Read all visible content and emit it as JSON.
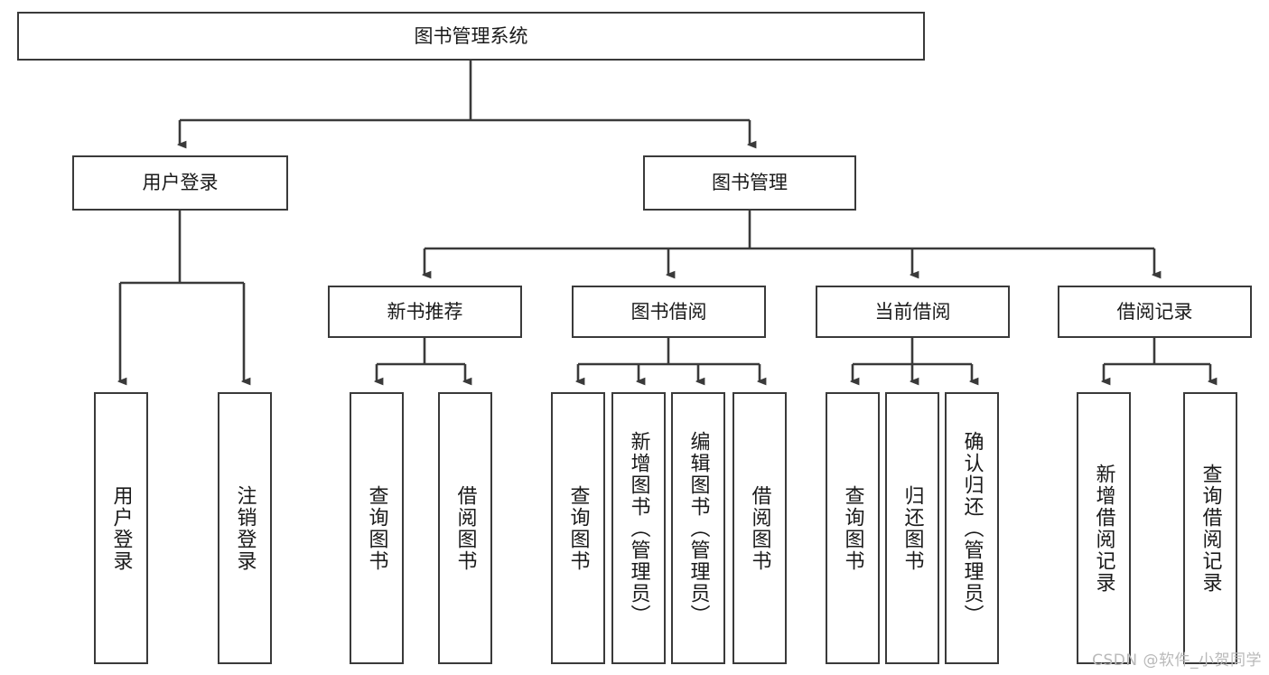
{
  "diagram": {
    "title": "图书管理系统",
    "type": "tree-hierarchy",
    "orientation": "top-down",
    "colors": {
      "box_border": "#3a3a3a",
      "box_fill": "#ffffff",
      "edge": "#3a3a3a",
      "text": "#1a1a1a",
      "watermark": "#b9b9b9",
      "background": "#ffffff"
    },
    "root": {
      "label": "图书管理系统"
    },
    "level2": [
      {
        "label": "用户登录"
      },
      {
        "label": "图书管理"
      }
    ],
    "level3": [
      {
        "label": "新书推荐"
      },
      {
        "label": "图书借阅"
      },
      {
        "label": "当前借阅"
      },
      {
        "label": "借阅记录"
      }
    ],
    "leaves": {
      "user_login": [
        {
          "label": "用户登录"
        },
        {
          "label": "注销登录"
        }
      ],
      "new_book_recommend": [
        {
          "label": "查询图书"
        },
        {
          "label": "借阅图书"
        }
      ],
      "book_borrow": [
        {
          "label": "查询图书"
        },
        {
          "label": "新增图书（管理员）"
        },
        {
          "label": "编辑图书（管理员）"
        },
        {
          "label": "借阅图书"
        }
      ],
      "current_borrow": [
        {
          "label": "查询图书"
        },
        {
          "label": "归还图书"
        },
        {
          "label": "确认归还（管理员）"
        }
      ],
      "borrow_record": [
        {
          "label": "新增借阅记录"
        },
        {
          "label": "查询借阅记录"
        }
      ]
    }
  },
  "watermark": {
    "text": "CSDN @软件_小贺同学"
  }
}
